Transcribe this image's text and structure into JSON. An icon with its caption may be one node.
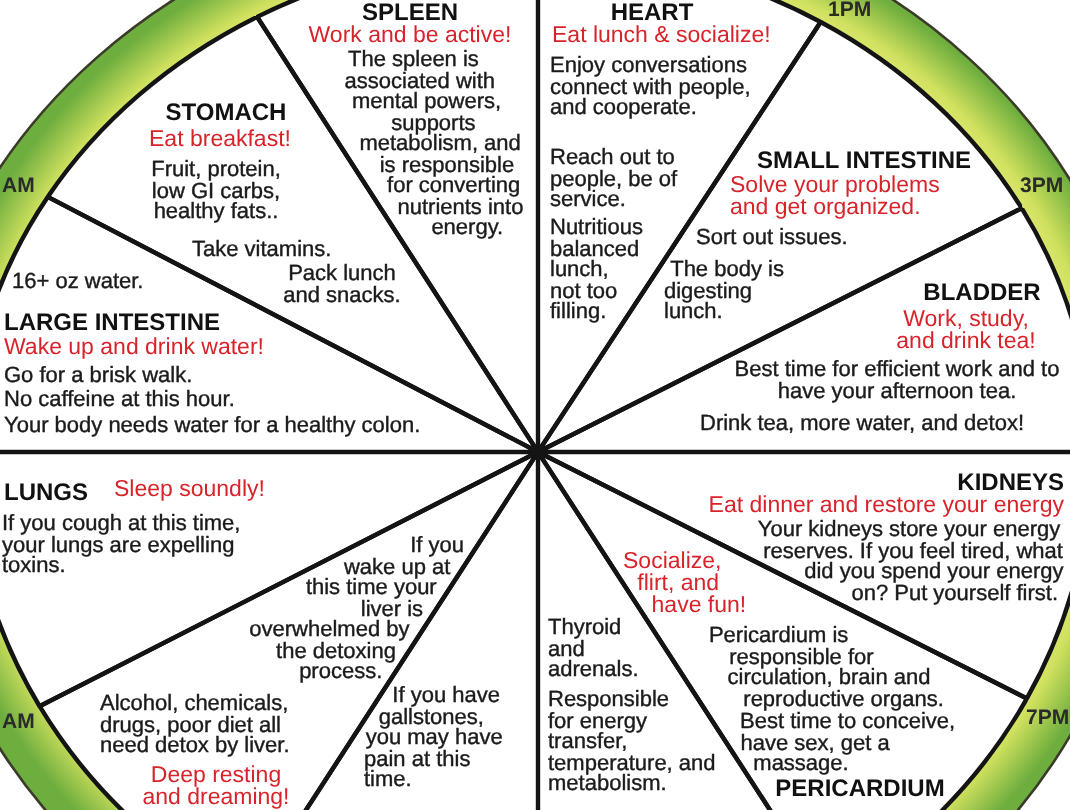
{
  "diagram": {
    "nodes": [
      {
        "text": [
          "SPLEEN",
          "Work and be active!",
          "The spleen is associated with mental powers, supports metabolism, and is responsible for converting nutrients into energy."
        ]
      },
      {
        "text": [
          "HEART",
          "Eat lunch & socialize!",
          "Enjoy conversations connect with people, and cooperate.",
          "Reach out to people, be of service.",
          "Nutritious balanced lunch, not too filling."
        ]
      },
      {
        "text": [
          "STOMACH",
          "Eat breakfast!",
          "Fruit, protein, low GI carbs, healthy fats..",
          "Take vitamins.",
          "Pack lunch and snacks."
        ]
      },
      {
        "text": [
          "SMALL INTESTINE",
          "Solve your problems and get organized.",
          "Sort out issues.",
          "The body is digesting lunch."
        ]
      },
      {
        "text": [
          "16+ oz water.",
          "LARGE INTESTINE",
          "Wake up and drink water!",
          "Go for a brisk walk.",
          "No caffeine at this hour.",
          "Your body needs water for a healthy colon."
        ]
      },
      {
        "text": [
          "BLADDER",
          "Work, study, and drink tea!",
          "Best time for efficient work and to have your afternoon tea.",
          "Drink tea, more water, and detox!"
        ]
      },
      {
        "text": [
          "LUNGS",
          "Sleep soundly!",
          "If you cough at this time, your lungs are expelling toxins."
        ]
      },
      {
        "text": [
          "KIDNEYS",
          "Eat dinner and restore your energy",
          "Your kidneys store your energy reserves. If you feel tired, what did you spend your energy on? Put yourself first."
        ]
      },
      {
        "text": [
          "If you wake up at this time your liver is overwhelmed by the detoxing process.",
          "Alcohol, chemicals, drugs, poor diet all need detox by liver.",
          "Deep resting and dreaming!"
        ]
      },
      {
        "text": [
          "Socialize, flirt, and have fun!",
          "Pericardium is responsible for circulation, brain and reproductive organs.",
          "Best time to conceive, have sex, get a massage.",
          "PERICARDIUM"
        ]
      },
      {
        "text": [
          "Thyroid and adrenals.",
          "Responsible for energy transfer, temperature, and metabolism."
        ]
      },
      {
        "text": [
          "If you have gallstones, you may have pain at this time."
        ]
      }
    ],
    "labels": [
      "1PM",
      "AM",
      "3PM",
      "7PM",
      "AM"
    ]
  }
}
